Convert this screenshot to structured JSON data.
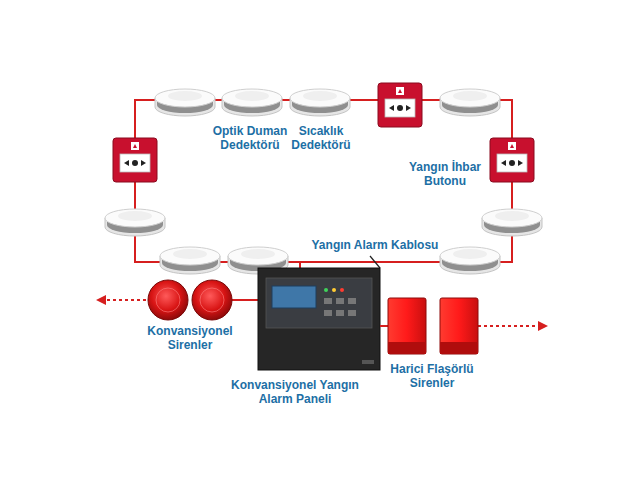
{
  "diagram": {
    "labels": [
      "Optik Duman Dedektörü",
      "Sıcaklık Dedektörü",
      "Yangın İhbar Butonu",
      "Yangın Alarm Kablosu",
      "Konvansiyonel Sirenler",
      "Konvansiyonel Yangın Alarm Paneli",
      "Harici Flaşörlü Sirenler"
    ]
  }
}
